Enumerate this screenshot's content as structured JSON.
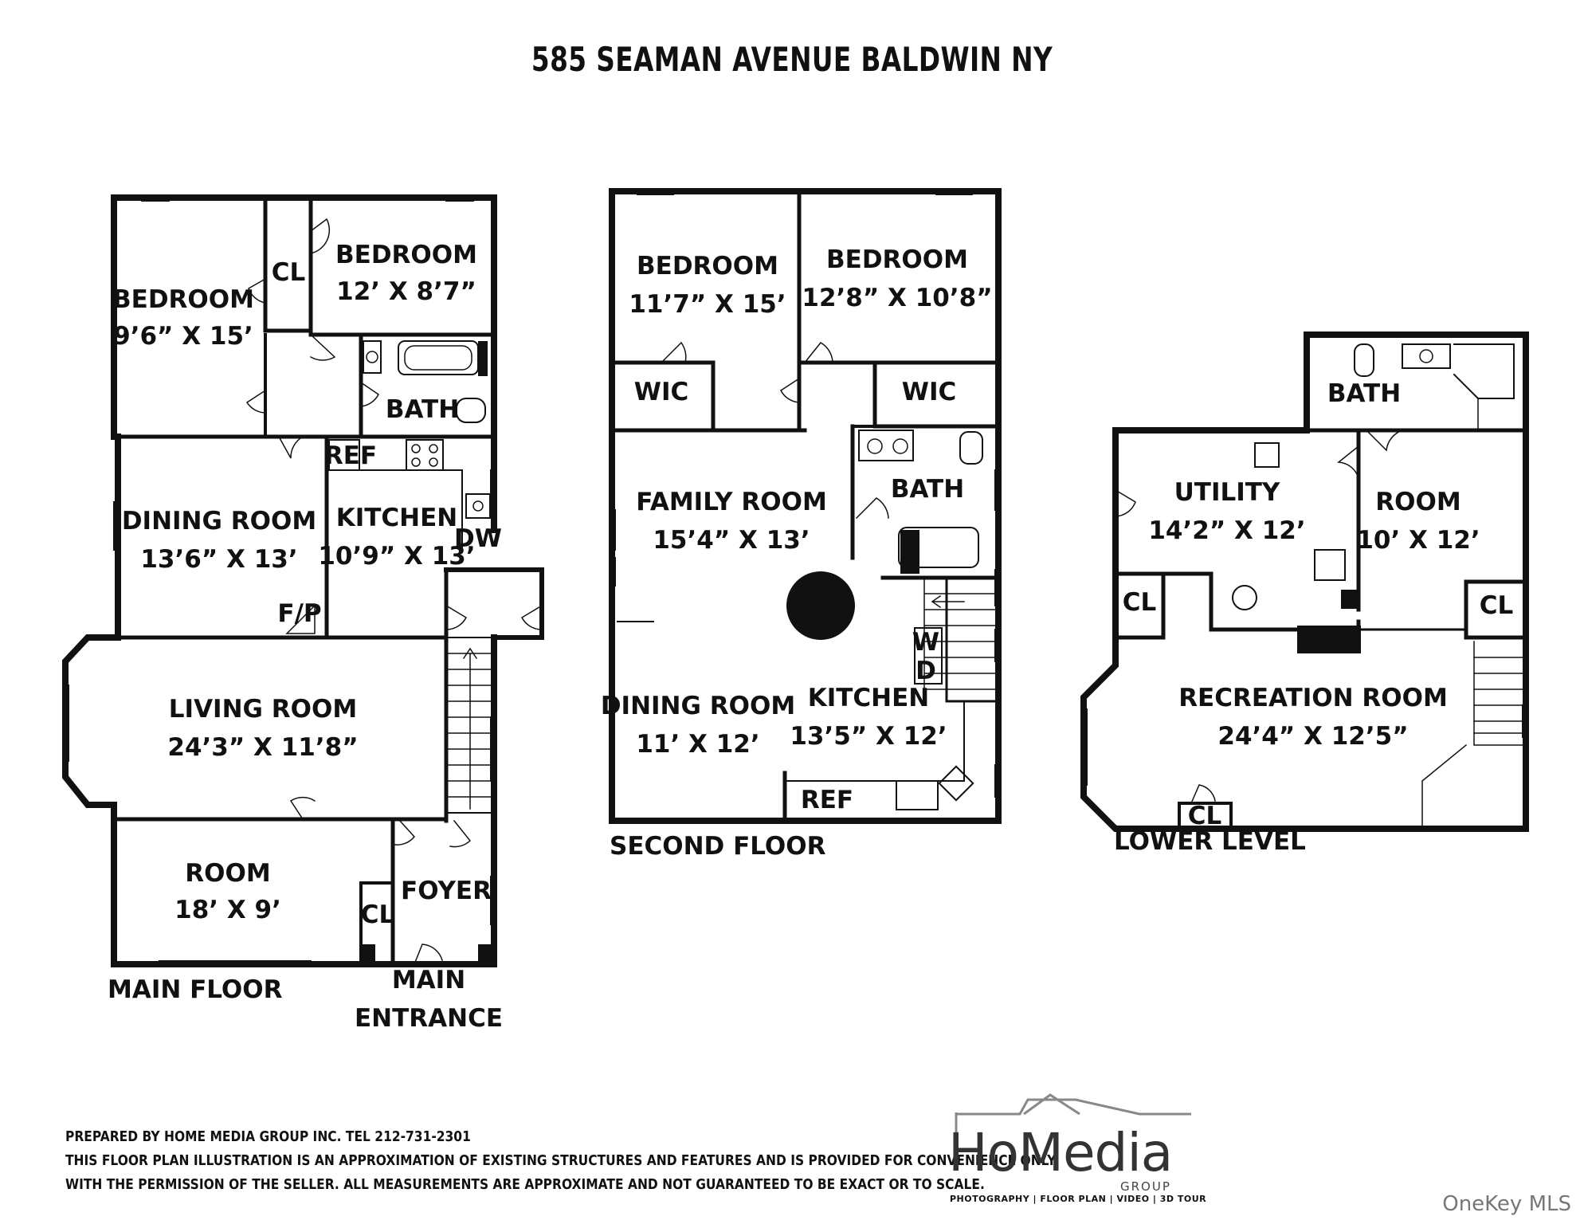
{
  "title": "585 SEAMAN AVENUE BALDWIN NY",
  "main_floor": {
    "label": "MAIN FLOOR",
    "entrance_label_1": "MAIN",
    "entrance_label_2": "ENTRANCE",
    "rooms": {
      "bedroom_a_name": "BEDROOM",
      "bedroom_a_size": "9’6” X 15’",
      "cl_a": "CL",
      "bedroom_b_name": "BEDROOM",
      "bedroom_b_size": "12’ X 8’7”",
      "bath": "BATH",
      "ref": "REF",
      "dining_name": "DINING ROOM",
      "dining_size": "13’6” X 13’",
      "kitchen_name": "KITCHEN",
      "kitchen_size": "10’9” X 13’",
      "dw": "DW",
      "fp": "F/P",
      "living_name": "LIVING ROOM",
      "living_size": "24’3” X 11’8”",
      "room_name": "ROOM",
      "room_size": "18’ X 9’",
      "cl_b": "CL",
      "foyer": "FOYER"
    }
  },
  "second_floor": {
    "label": "SECOND FLOOR",
    "rooms": {
      "bedroom_a_name": "BEDROOM",
      "bedroom_a_size": "11’7” X 15’",
      "bedroom_b_name": "BEDROOM",
      "bedroom_b_size": "12’8” X 10’8”",
      "wic_a": "WIC",
      "wic_b": "WIC",
      "family_name": "FAMILY ROOM",
      "family_size": "15’4” X 13’",
      "bath": "BATH",
      "w": "W",
      "d": "D",
      "dining_name": "DINING ROOM",
      "dining_size": "11’ X 12’",
      "kitchen_name": "KITCHEN",
      "kitchen_size": "13’5” X 12’",
      "ref": "REF"
    }
  },
  "lower_level": {
    "label": "LOWER LEVEL",
    "rooms": {
      "bath": "BATH",
      "utility_name": "UTILITY",
      "utility_size": "14’2” X 12’",
      "room_name": "ROOM",
      "room_size": "10’ X 12’",
      "cl_a": "CL",
      "cl_b": "CL",
      "cl_c": "CL",
      "rec_name": "RECREATION ROOM",
      "rec_size": "24’4” X 12’5”"
    }
  },
  "footer": {
    "line1": "PREPARED BY  HOME MEDIA GROUP INC.  TEL 212-731-2301",
    "line2": "THIS FLOOR PLAN ILLUSTRATION IS AN APPROXIMATION OF EXISTING STRUCTURES AND FEATURES AND IS PROVIDED FOR CONVENIENCE ONLY",
    "line3": "WITH THE PERMISSION OF THE SELLER. ALL MEASUREMENTS ARE APPROXIMATE AND NOT GUARANTEED TO BE EXACT OR TO SCALE."
  },
  "logo": {
    "brand": "HoMedia",
    "group": "GROUP",
    "tagline": "PHOTOGRAPHY | FLOOR PLAN | VIDEO | 3D TOUR"
  },
  "watermark": "OneKey MLS"
}
